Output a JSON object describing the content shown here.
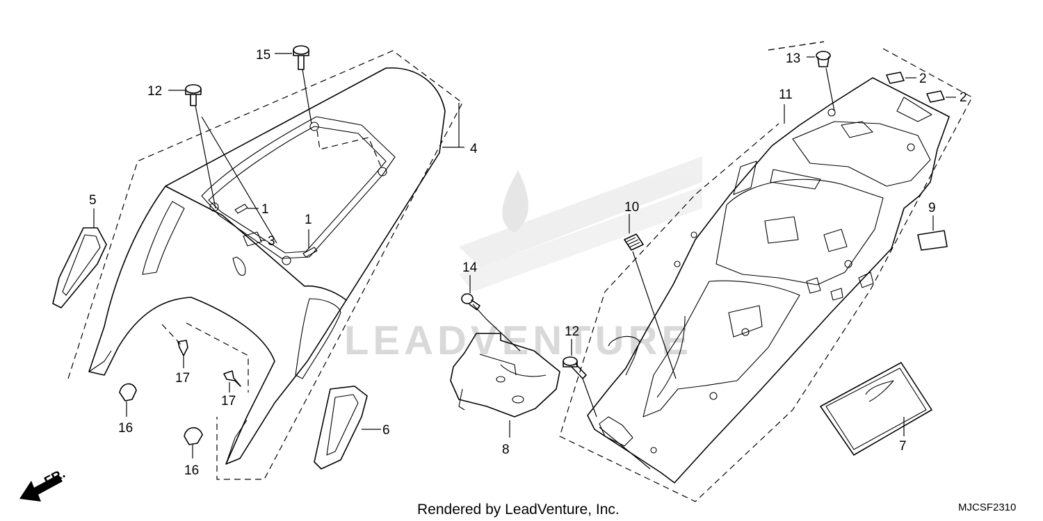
{
  "diagram": {
    "callouts": [
      "1",
      "1",
      "2",
      "2",
      "3",
      "4",
      "5",
      "6",
      "7",
      "8",
      "9",
      "10",
      "11",
      "12",
      "12",
      "13",
      "14",
      "15",
      "16",
      "16",
      "17",
      "17"
    ],
    "direction_label": "FR.",
    "watermark": "LEADVENTURE",
    "footer_text": "Rendered by LeadVenture, Inc.",
    "diagram_code": "MJCSF2310"
  }
}
